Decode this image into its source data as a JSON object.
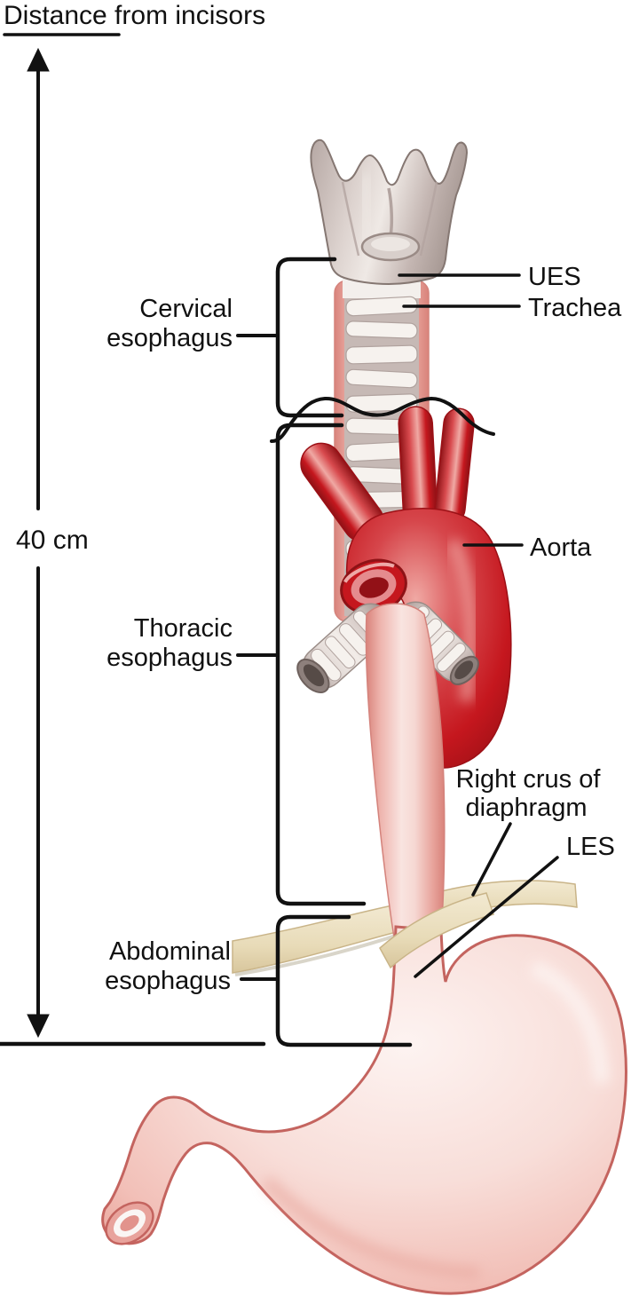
{
  "title": {
    "text": "Distance from incisors"
  },
  "measurement": {
    "value": "40 cm"
  },
  "regions": [
    {
      "id": "cervical",
      "line1": "Cervical",
      "line2": "esophagus"
    },
    {
      "id": "thoracic",
      "line1": "Thoracic",
      "line2": "esophagus"
    },
    {
      "id": "abdominal",
      "line1": "Abdominal",
      "line2": "esophagus"
    }
  ],
  "structures": {
    "ues": {
      "label": "UES"
    },
    "trachea": {
      "label": "Trachea"
    },
    "aorta": {
      "label": "Aorta"
    },
    "crus": {
      "line1": "Right crus of",
      "line2": "diaphragm"
    },
    "les": {
      "label": "LES"
    }
  },
  "palette": {
    "line_black": "#111111",
    "aorta_red": "#c5171e",
    "aorta_dark": "#8e1216",
    "esophagus_pink": "#e8a49c",
    "esophagus_light": "#f9e4e0",
    "stomach_fill": "#f6d7d2",
    "stomach_outline": "#c4645f",
    "cartilage_gray": "#cfc4c0",
    "ring_white": "#f6f2ee",
    "diaphragm_beige": "#eadfc2"
  }
}
